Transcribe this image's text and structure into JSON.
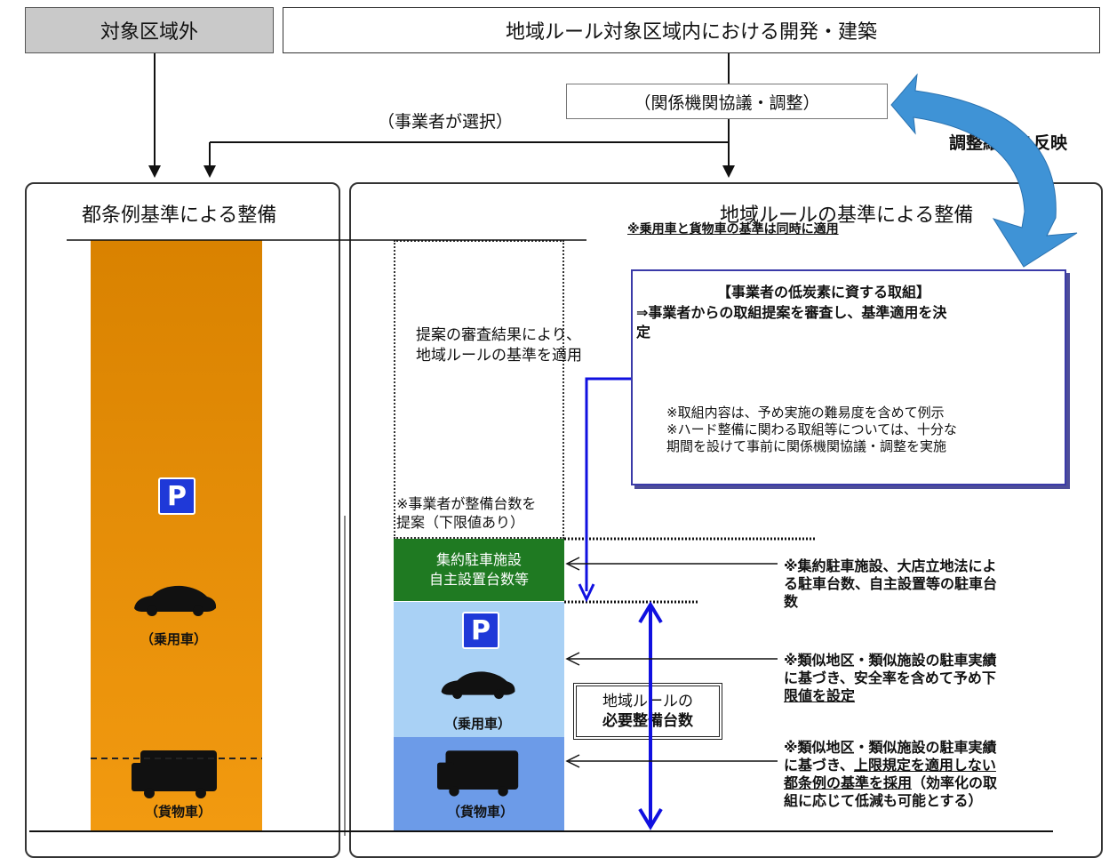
{
  "top": {
    "out_of_area": "対象区域外",
    "in_area": "地域ルール対象区域内における開発・建築",
    "consult": "（関係機関協議・調整）",
    "choose": "（事業者が選択）",
    "reflect": "調整結果を反映"
  },
  "left_panel": {
    "title": "都条例基準による整備",
    "parking_icon": "P",
    "car_label": "（乗用車）",
    "truck_label": "（貨物車）"
  },
  "right_panel": {
    "title": "地域ルールの基準による整備",
    "subtitle": "※乗用車と貨物車の基準は同時に適用",
    "proposal_text_1": "提案の審査結果により、",
    "proposal_text_2": "地域ルールの基準を適用",
    "propose_count_1": "※事業者が整備台数を",
    "propose_count_2": "提案（下限値あり）",
    "green_box_1": "集約駐車施設",
    "green_box_2": "自主設置台数等",
    "parking_icon": "P",
    "car_label": "（乗用車）",
    "truck_label": "（貨物車）",
    "required_1": "地域ルールの",
    "required_2": "必要整備台数"
  },
  "callout": {
    "title": "【事業者の低炭素に資する取組】",
    "line1": "⇒事業者からの取組提案を審査し、基準適用を決",
    "line2": "定",
    "note1": "※取組内容は、予め実施の難易度を含めて例示",
    "note2": "※ハード整備に関わる取組等については、十分な",
    "note3": "期間を設けて事前に関係機関協議・調整を実施"
  },
  "notes": {
    "n1_l1": "※集約駐車施設、大店立地法によ",
    "n1_l2": "る駐車台数、自主設置等の駐車台",
    "n1_l3": "数",
    "n2_l1": "※類似地区・類似施設の駐車実績",
    "n2_l2": "に基づき、安全率を含めて予め下",
    "n2_l3": "限値を設定",
    "n3_l1": "※類似地区・類似施設の駐車実績",
    "n3_l2a": "に基づき、",
    "n3_l2b": "上限規定を適用しない",
    "n3_l3a": "都条例の基準を採用",
    "n3_l3b": "（効率化の取",
    "n3_l4": "組に応じて低減も可能とする）"
  },
  "colors": {
    "gray_box": "#c9c9c9",
    "orange": "#e88a00",
    "green": "#1f7a22",
    "light_blue": "#a9d1f5",
    "mid_blue": "#6c9be8",
    "arrow_blue": "#1010e0",
    "curved_arrow": "#3f93d6",
    "parking_blue": "#1f39d8"
  }
}
